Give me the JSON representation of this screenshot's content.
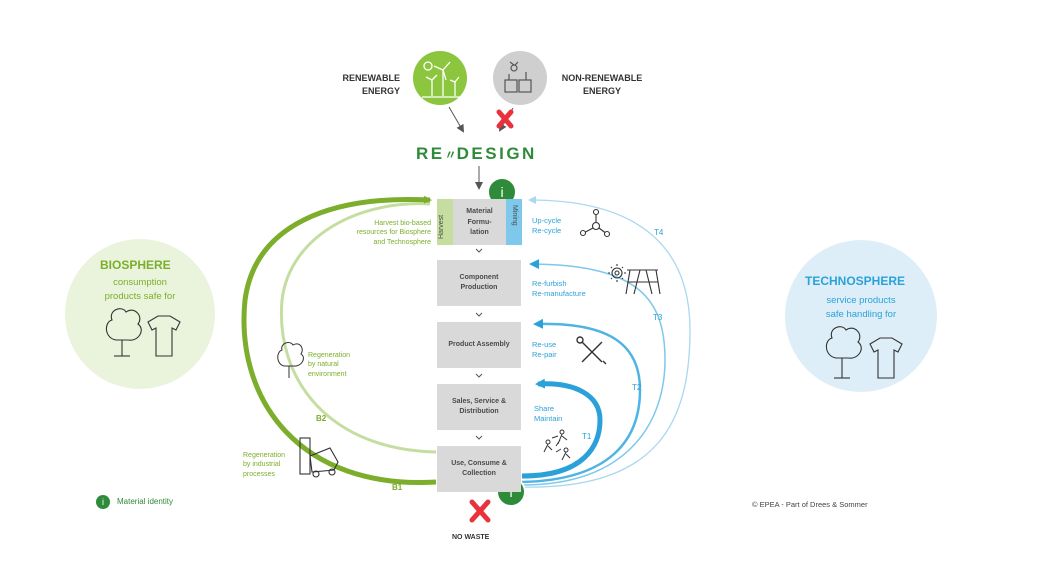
{
  "energy": {
    "renewable_line1": "RENEWABLE",
    "renewable_line2": "ENERGY",
    "nonrenewable_line1": "NON-RENEWABLE",
    "nonrenewable_line2": "ENERGY"
  },
  "logo": {
    "part1": "RE",
    "part2": "DESIGN"
  },
  "stages": {
    "harvest": "Harvest",
    "mining": "Mining",
    "material_formulation": [
      "Material",
      "Formu-",
      "lation"
    ],
    "component_production": [
      "Component",
      "Production"
    ],
    "product_assembly": [
      "Product Assembly"
    ],
    "sales_service": [
      "Sales, Service &",
      "Distribution"
    ],
    "use_consume": [
      "Use, Consume &",
      "Collection"
    ]
  },
  "biosphere": {
    "title": "BIOSPHERE",
    "line1": "consumption",
    "line2": "products  safe for",
    "harvest_note": [
      "Harvest bio-based",
      "resources for Biosphere",
      "and Technosphere"
    ],
    "regen_natural": [
      "Regeneration",
      "by natural",
      "environment"
    ],
    "regen_industrial": [
      "Regeneration",
      "by industrial",
      "processes"
    ],
    "b1": "B1",
    "b2": "B2"
  },
  "technosphere": {
    "title": "TECHNOSPHERE",
    "line1": "service products",
    "line2": "safe handling for",
    "t1": "T1",
    "t2": "T2",
    "t3": "T3",
    "t4": "T4",
    "upcycle": [
      "Up-cycle",
      "Re-cycle"
    ],
    "refurbish": [
      "Re-furbish",
      "Re-manufacture"
    ],
    "reuse": [
      "Re-use",
      "Re-pair"
    ],
    "share": [
      "Share",
      "Maintain"
    ]
  },
  "info_marker": "i",
  "legend": {
    "marker": "i",
    "label": "Material identity"
  },
  "no_waste": "NO WASTE",
  "copyright": "© EPEA - Part of Drees & Sommer",
  "colors": {
    "dark_green": "#2e8b3a",
    "green": "#7cae2c",
    "light_green": "#c5dea0",
    "blue": "#2aa2d9",
    "light_blue": "#a9d8f0",
    "grey_box": "#d9d9d9",
    "red": "#e8323c"
  },
  "icons": [
    "wind-turbine-icon",
    "factory-icon",
    "x-cross-icon",
    "tree-icon",
    "shirt-icon",
    "molecule-icon",
    "gear-icon",
    "wrench-icon",
    "people-icon",
    "machine-icon"
  ]
}
